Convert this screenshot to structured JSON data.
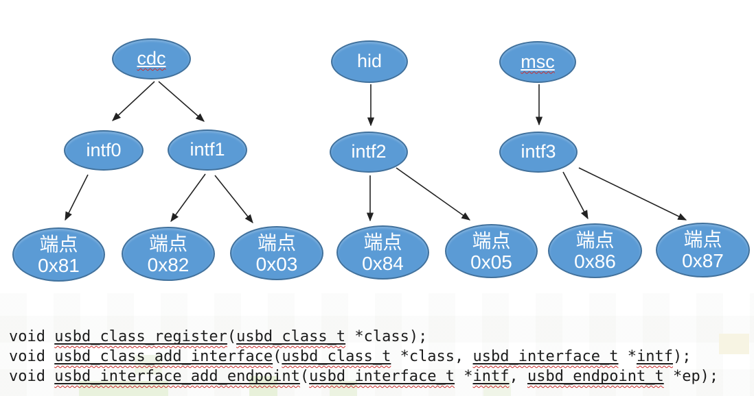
{
  "diagram": {
    "nodes": [
      {
        "id": "cdc",
        "label": "cdc",
        "spellcheck": true
      },
      {
        "id": "hid",
        "label": "hid",
        "spellcheck": false
      },
      {
        "id": "msc",
        "label": "msc",
        "spellcheck": true
      },
      {
        "id": "intf0",
        "label": "intf0",
        "spellcheck": false
      },
      {
        "id": "intf1",
        "label": "intf1",
        "spellcheck": false
      },
      {
        "id": "intf2",
        "label": "intf2",
        "spellcheck": false
      },
      {
        "id": "intf3",
        "label": "intf3",
        "spellcheck": false
      },
      {
        "id": "ep81",
        "label": "端点",
        "sublabel": "0x81"
      },
      {
        "id": "ep82",
        "label": "端点",
        "sublabel": "0x82"
      },
      {
        "id": "ep03",
        "label": "端点",
        "sublabel": "0x03"
      },
      {
        "id": "ep84",
        "label": "端点",
        "sublabel": "0x84"
      },
      {
        "id": "ep05",
        "label": "端点",
        "sublabel": "0x05"
      },
      {
        "id": "ep86",
        "label": "端点",
        "sublabel": "0x86"
      },
      {
        "id": "ep87",
        "label": "端点",
        "sublabel": "0x87"
      }
    ],
    "edges": [
      {
        "from": "cdc",
        "to": "intf0"
      },
      {
        "from": "cdc",
        "to": "intf1"
      },
      {
        "from": "hid",
        "to": "intf2"
      },
      {
        "from": "msc",
        "to": "intf3"
      },
      {
        "from": "intf0",
        "to": "ep81"
      },
      {
        "from": "intf1",
        "to": "ep82"
      },
      {
        "from": "intf1",
        "to": "ep03"
      },
      {
        "from": "intf2",
        "to": "ep84"
      },
      {
        "from": "intf2",
        "to": "ep05"
      },
      {
        "from": "intf3",
        "to": "ep86"
      },
      {
        "from": "intf3",
        "to": "ep87"
      }
    ],
    "colors": {
      "node_fill": "#5b9bd5",
      "node_border": "#41719c",
      "node_text": "#ffffff",
      "arrow": "#222222",
      "spell_squiggle": "#cc2a2a",
      "code_text": "#1c1c1c"
    }
  },
  "code": {
    "lines": [
      {
        "segments": [
          {
            "t": "void ",
            "u": false
          },
          {
            "t": "usbd_class_register",
            "u": true
          },
          {
            "t": "(",
            "u": false
          },
          {
            "t": "usbd_class_t",
            "u": true
          },
          {
            "t": " *class);",
            "u": false
          }
        ]
      },
      {
        "segments": [
          {
            "t": "void ",
            "u": false
          },
          {
            "t": "usbd_class_add_interface",
            "u": true
          },
          {
            "t": "(",
            "u": false
          },
          {
            "t": "usbd_class_t",
            "u": true
          },
          {
            "t": " *class, ",
            "u": false
          },
          {
            "t": "usbd_interface_t",
            "u": true
          },
          {
            "t": " *",
            "u": false
          },
          {
            "t": "intf",
            "u": true
          },
          {
            "t": ");",
            "u": false
          }
        ]
      },
      {
        "segments": [
          {
            "t": "void ",
            "u": false
          },
          {
            "t": "usbd_interface_add_endpoint",
            "u": true
          },
          {
            "t": "(",
            "u": false
          },
          {
            "t": "usbd_interface_t",
            "u": true
          },
          {
            "t": " *",
            "u": false
          },
          {
            "t": "intf",
            "u": true
          },
          {
            "t": ", ",
            "u": false
          },
          {
            "t": "usbd_endpoint_t",
            "u": true
          },
          {
            "t": " *ep);",
            "u": false
          }
        ]
      }
    ]
  }
}
